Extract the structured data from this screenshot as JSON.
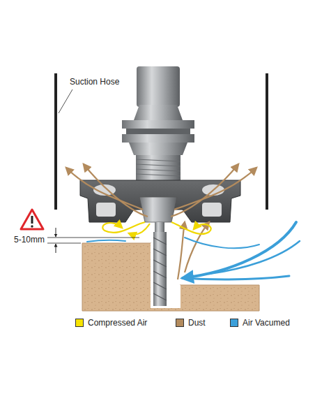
{
  "diagram": {
    "labels": [
      "Suction Hose",
      "5-10mm"
    ],
    "legend": [
      {
        "text": "Compressed Air",
        "color": "#f7e400"
      },
      {
        "text": "Dust",
        "color": "#b38b5d"
      },
      {
        "text": "Air Vacumed",
        "color": "#3b9fd9"
      }
    ]
  }
}
